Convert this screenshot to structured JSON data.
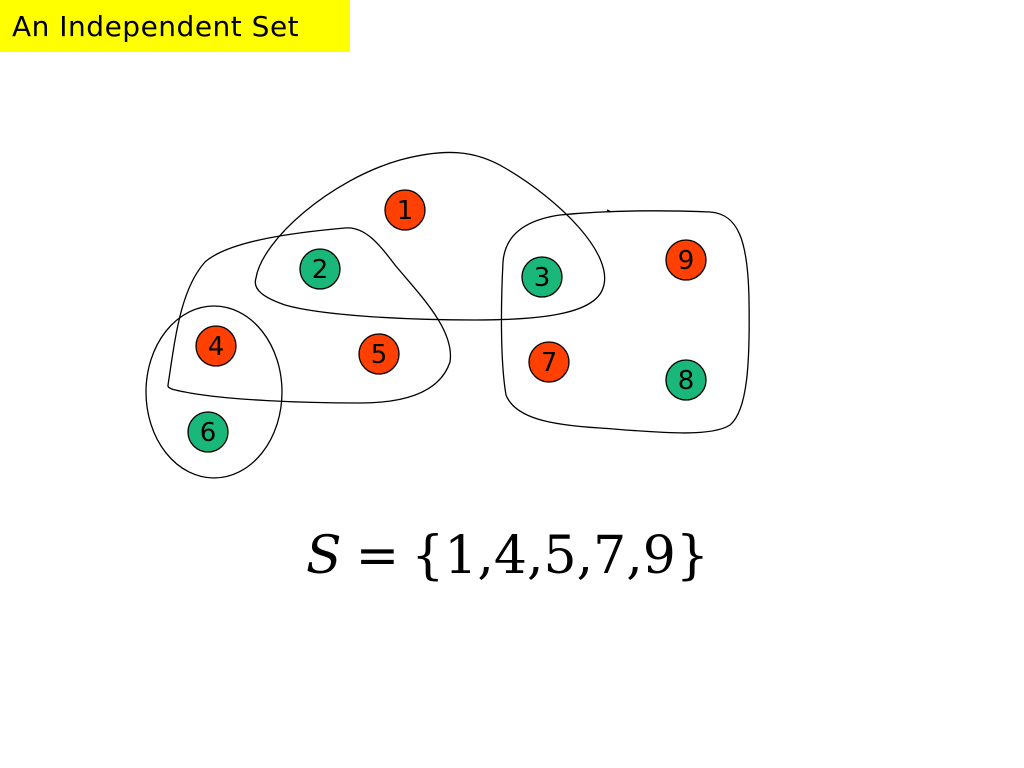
{
  "title": "An Independent Set",
  "colors": {
    "title_background": "#ffff00",
    "in_set": "#ff4000",
    "not_in_set": "#1ab77a",
    "outline": "#000000"
  },
  "nodes": [
    {
      "id": "1",
      "label": "1",
      "in_set": true
    },
    {
      "id": "2",
      "label": "2",
      "in_set": false
    },
    {
      "id": "3",
      "label": "3",
      "in_set": false
    },
    {
      "id": "4",
      "label": "4",
      "in_set": true
    },
    {
      "id": "5",
      "label": "5",
      "in_set": true
    },
    {
      "id": "6",
      "label": "6",
      "in_set": false
    },
    {
      "id": "7",
      "label": "7",
      "in_set": true
    },
    {
      "id": "8",
      "label": "8",
      "in_set": false
    },
    {
      "id": "9",
      "label": "9",
      "in_set": true
    }
  ],
  "hyperedges": [
    {
      "id": "e1",
      "members": [
        "1",
        "2",
        "3"
      ]
    },
    {
      "id": "e2",
      "members": [
        "2",
        "4",
        "5"
      ]
    },
    {
      "id": "e3",
      "members": [
        "4",
        "6"
      ]
    },
    {
      "id": "e4",
      "members": [
        "3",
        "7",
        "8",
        "9"
      ]
    }
  ],
  "formula": {
    "variable": "S",
    "equals": "=",
    "set": "{1,4,5,7,9}"
  }
}
